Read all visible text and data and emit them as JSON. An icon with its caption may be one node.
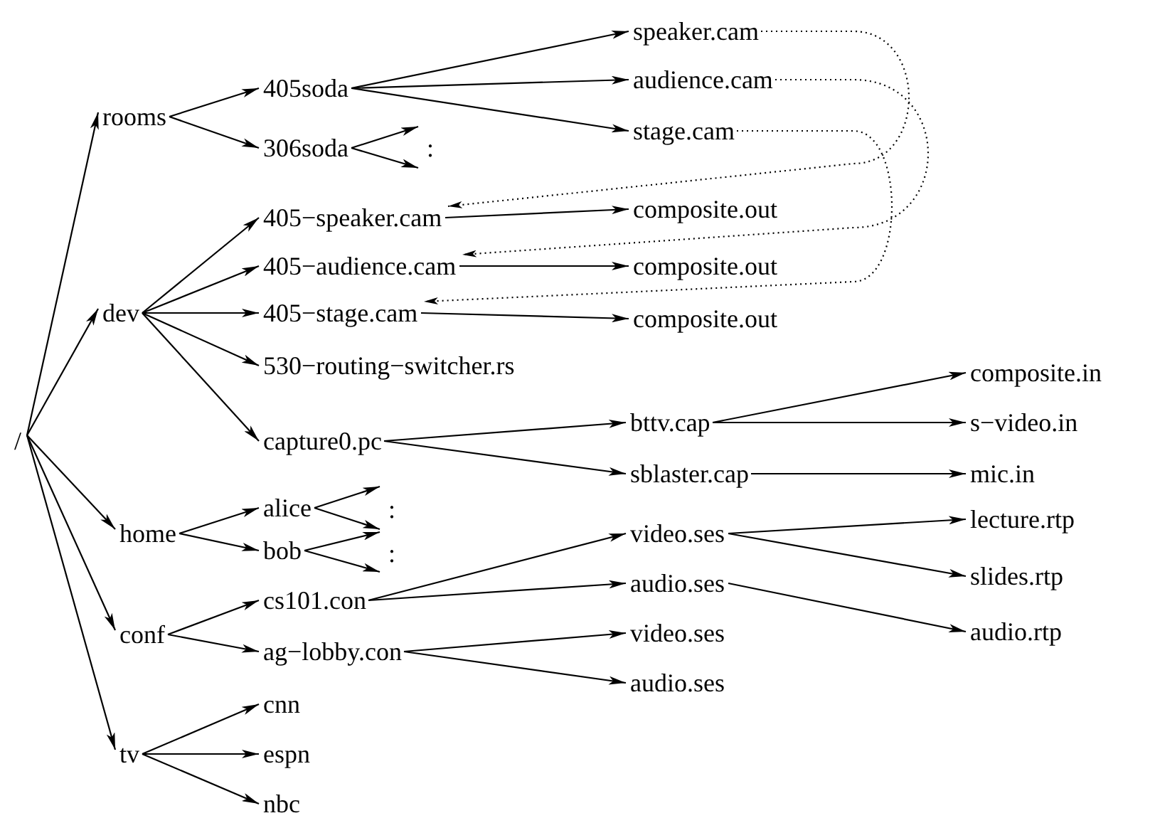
{
  "diagram": {
    "nodes": [
      {
        "text": [
          "/"
        ]
      },
      {
        "text": [
          "rooms"
        ]
      },
      {
        "text": [
          "dev"
        ]
      },
      {
        "text": [
          "home"
        ]
      },
      {
        "text": [
          "conf"
        ]
      },
      {
        "text": [
          "tv"
        ]
      },
      {
        "text": [
          "405soda"
        ]
      },
      {
        "text": [
          "306soda"
        ]
      },
      {
        "text": [
          "405−speaker.cam"
        ]
      },
      {
        "text": [
          "405−audience.cam"
        ]
      },
      {
        "text": [
          "405−stage.cam"
        ]
      },
      {
        "text": [
          "530−routing−switcher.rs"
        ]
      },
      {
        "text": [
          "capture0.pc"
        ]
      },
      {
        "text": [
          "alice"
        ]
      },
      {
        "text": [
          "bob"
        ]
      },
      {
        "text": [
          "cs101.con"
        ]
      },
      {
        "text": [
          "ag−lobby.con"
        ]
      },
      {
        "text": [
          "cnn"
        ]
      },
      {
        "text": [
          "espn"
        ]
      },
      {
        "text": [
          "nbc"
        ]
      },
      {
        "text": [
          "speaker.cam"
        ]
      },
      {
        "text": [
          "audience.cam"
        ]
      },
      {
        "text": [
          "stage.cam"
        ]
      },
      {
        "text": [
          "composite.out"
        ]
      },
      {
        "text": [
          "composite.out"
        ]
      },
      {
        "text": [
          "composite.out"
        ]
      },
      {
        "text": [
          "bttv.cap"
        ]
      },
      {
        "text": [
          "sblaster.cap"
        ]
      },
      {
        "text": [
          "video.ses"
        ]
      },
      {
        "text": [
          "audio.ses"
        ]
      },
      {
        "text": [
          "video.ses"
        ]
      },
      {
        "text": [
          "audio.ses"
        ]
      },
      {
        "text": [
          "composite.in"
        ]
      },
      {
        "text": [
          "s−video.in"
        ]
      },
      {
        "text": [
          "mic.in"
        ]
      },
      {
        "text": [
          "lecture.rtp"
        ]
      },
      {
        "text": [
          "slides.rtp"
        ]
      },
      {
        "text": [
          "audio.rtp"
        ]
      },
      {
        "text": [
          ":"
        ]
      },
      {
        "text": [
          ":"
        ]
      },
      {
        "text": [
          ":"
        ]
      }
    ],
    "edges": [
      {
        "from": 0,
        "to": 1,
        "arrow": "to"
      },
      {
        "from": 0,
        "to": 2,
        "arrow": "to"
      },
      {
        "from": 0,
        "to": 3,
        "arrow": "to"
      },
      {
        "from": 0,
        "to": 4,
        "arrow": "to"
      },
      {
        "from": 0,
        "to": 5,
        "arrow": "to"
      },
      {
        "from": 1,
        "to": 6,
        "arrow": "to"
      },
      {
        "from": 1,
        "to": 7,
        "arrow": "to"
      },
      {
        "from": 2,
        "to": 8,
        "arrow": "to"
      },
      {
        "from": 2,
        "to": 9,
        "arrow": "to"
      },
      {
        "from": 2,
        "to": 10,
        "arrow": "to"
      },
      {
        "from": 2,
        "to": 11,
        "arrow": "to"
      },
      {
        "from": 2,
        "to": 12,
        "arrow": "to"
      },
      {
        "from": 3,
        "to": 13,
        "arrow": "to"
      },
      {
        "from": 3,
        "to": 14,
        "arrow": "to"
      },
      {
        "from": 4,
        "to": 15,
        "arrow": "to"
      },
      {
        "from": 4,
        "to": 16,
        "arrow": "to"
      },
      {
        "from": 5,
        "to": 17,
        "arrow": "to"
      },
      {
        "from": 5,
        "to": 18,
        "arrow": "to"
      },
      {
        "from": 5,
        "to": 19,
        "arrow": "to"
      },
      {
        "from": 6,
        "to": 20,
        "arrow": "to"
      },
      {
        "from": 6,
        "to": 21,
        "arrow": "to"
      },
      {
        "from": 6,
        "to": 22,
        "arrow": "to"
      },
      {
        "from": 7,
        "to": 38,
        "arrow": "to"
      },
      {
        "from": 7,
        "to": 38,
        "arrow": "to"
      },
      {
        "from": 8,
        "to": 23,
        "arrow": "to"
      },
      {
        "from": 9,
        "to": 24,
        "arrow": "to"
      },
      {
        "from": 10,
        "to": 25,
        "arrow": "to"
      },
      {
        "from": 12,
        "to": 26,
        "arrow": "to"
      },
      {
        "from": 12,
        "to": 27,
        "arrow": "to"
      },
      {
        "from": 13,
        "to": 39,
        "arrow": "to"
      },
      {
        "from": 13,
        "to": 39,
        "arrow": "to"
      },
      {
        "from": 14,
        "to": 40,
        "arrow": "to"
      },
      {
        "from": 14,
        "to": 40,
        "arrow": "to"
      },
      {
        "from": 15,
        "to": 28,
        "arrow": "to"
      },
      {
        "from": 15,
        "to": 29,
        "arrow": "to"
      },
      {
        "from": 16,
        "to": 30,
        "arrow": "to"
      },
      {
        "from": 16,
        "to": 31,
        "arrow": "to"
      },
      {
        "from": 26,
        "to": 32,
        "arrow": "to"
      },
      {
        "from": 26,
        "to": 33,
        "arrow": "to"
      },
      {
        "from": 27,
        "to": 34,
        "arrow": "to"
      },
      {
        "from": 28,
        "to": 35,
        "arrow": "to"
      },
      {
        "from": 28,
        "to": 36,
        "arrow": "to"
      },
      {
        "from": 29,
        "to": 37,
        "arrow": "to"
      },
      {
        "from": 20,
        "to": 8,
        "arrow": "to",
        "style": "dashed"
      },
      {
        "from": 21,
        "to": 9,
        "arrow": "to",
        "style": "dashed"
      },
      {
        "from": 22,
        "to": 10,
        "arrow": "to",
        "style": "dashed"
      }
    ],
    "labels": []
  }
}
